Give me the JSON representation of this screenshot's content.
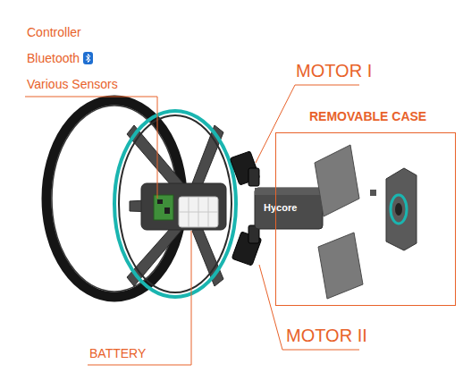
{
  "diagram": {
    "nodes": [
      {
        "text": [
          "REMOVABLE CASE"
        ]
      }
    ],
    "labels": [
      "Controller",
      "Bluetooth",
      "Various Sensors",
      "MOTOR I",
      "MOTOR II",
      "BATTERY",
      "Hycore"
    ]
  }
}
